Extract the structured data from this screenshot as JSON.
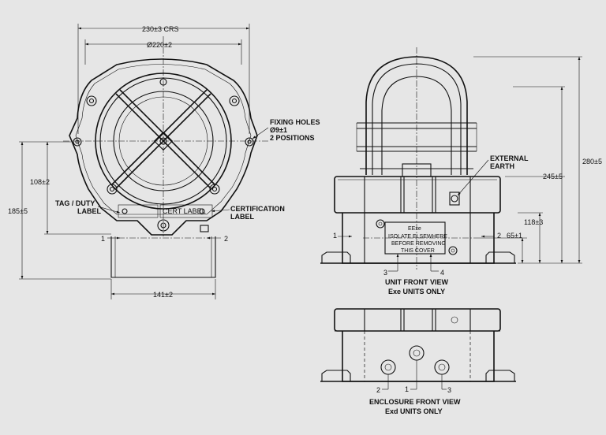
{
  "top_view": {
    "dim_crs": "230±3 CRS",
    "dim_dia": "Ø220±2",
    "fixing_holes": [
      "FIXING HOLES",
      "Ø9±1",
      "2 POSITIONS"
    ],
    "dim_108": "108±2",
    "dim_185": "185±5",
    "tag_label": [
      "TAG / DUTY",
      "LABEL"
    ],
    "cert_label_inner": "CERT LABEL",
    "cert_label": [
      "CERTIFICATION",
      "LABEL"
    ],
    "section_1": "1",
    "section_2": "2",
    "dim_141": "141±2"
  },
  "unit_view": {
    "external_earth": [
      "EXTERNAL",
      "EARTH"
    ],
    "dim_280": "280±5",
    "dim_245": "245±5",
    "dim_118": "118±3",
    "dim_65": "65±1",
    "plate_text": [
      "EExe",
      "ISOLATE ELSEWHERE",
      "BEFORE REMOVING",
      "THIS COVER"
    ],
    "section_1": "1",
    "section_2": "2",
    "callout_3": "3",
    "callout_4": "4",
    "caption": [
      "UNIT FRONT VIEW",
      "Exe UNITS ONLY"
    ]
  },
  "enclosure_view": {
    "callout_1": "1",
    "callout_2": "2",
    "callout_3": "3",
    "caption": [
      "ENCLOSURE FRONT VIEW",
      "Exd UNITS ONLY"
    ]
  }
}
